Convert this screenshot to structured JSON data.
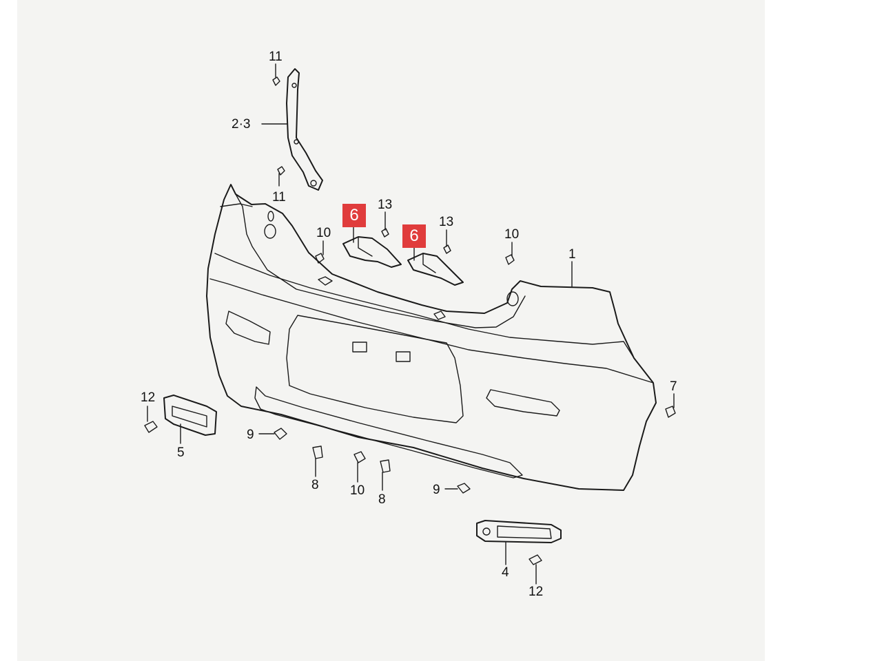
{
  "labels": {
    "l11a": "11",
    "l23": "2·3",
    "l11b": "11",
    "l13a": "13",
    "l13b": "13",
    "l10a": "10",
    "l10b": "10",
    "l1": "1",
    "l12a": "12",
    "l5": "5",
    "l9a": "9",
    "l8a": "8",
    "l10c": "10",
    "l8b": "8",
    "l9b": "9",
    "l7": "7",
    "l4": "4",
    "l12b": "12"
  },
  "highlight": {
    "h6a": "6",
    "h6b": "6",
    "color": "#e03c3c"
  }
}
